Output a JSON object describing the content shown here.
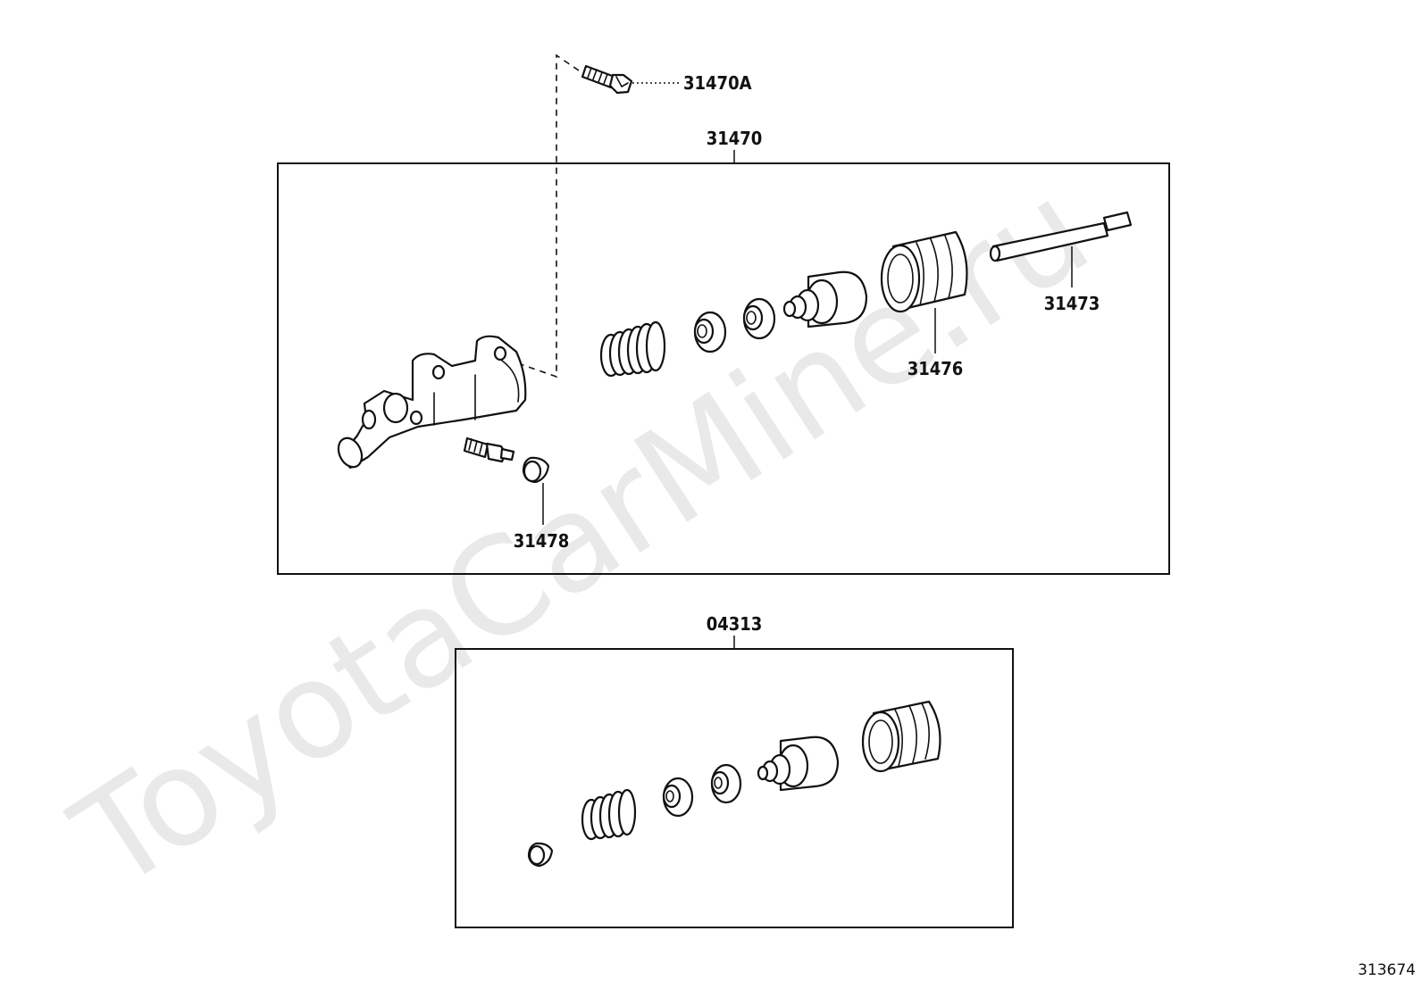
{
  "watermark": "ToyotaCarMine.ru",
  "figure_number": "313674",
  "labels": {
    "bolt": "31470A",
    "cylinder_assy": "31470",
    "push_rod": "31473",
    "boot": "31476",
    "bleeder_cap": "31478",
    "repair_kit": "04313"
  }
}
